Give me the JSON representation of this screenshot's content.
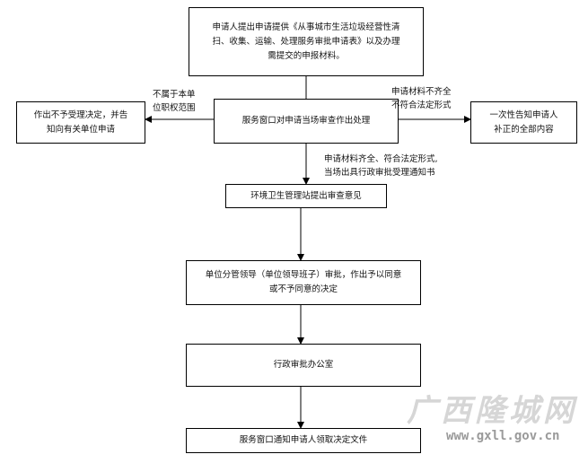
{
  "flowchart": {
    "apply": {
      "line1": "申请人提出申请提供《从事城市生活垃圾经营性清",
      "line2": "扫、收集、运输、处理服务审批申请表》以及办理",
      "line3": "需提交的申报材料。"
    },
    "review": "服务窗口对申请当场审查作出处理",
    "reject": {
      "line1": "作出不予受理决定，并告",
      "line2": "知向有关单位申请"
    },
    "supplement": {
      "line1": "一次性告知申请人",
      "line2": "补正的全部内容"
    },
    "not_in_scope": {
      "line1": "不属于本单",
      "line2": "位职权范围"
    },
    "incomplete": {
      "line1": "申请材料不齐全",
      "line2": "不符合法定形式"
    },
    "complete": {
      "line1": "申请材料齐全、符合法定形式,",
      "line2": "当场出具行政审批受理通知书"
    },
    "sanitation": "环境卫生管理站提出审查意见",
    "leader": {
      "line1": "单位分管领导（单位领导班子）审批，作出予以同意",
      "line2": "或不予同意的决定"
    },
    "office": "行政审批办公室",
    "notify": "服务窗口通知申请人领取决定文件"
  },
  "watermark": {
    "text": "广西隆城网",
    "url": "www.gxll.gov.cn"
  }
}
